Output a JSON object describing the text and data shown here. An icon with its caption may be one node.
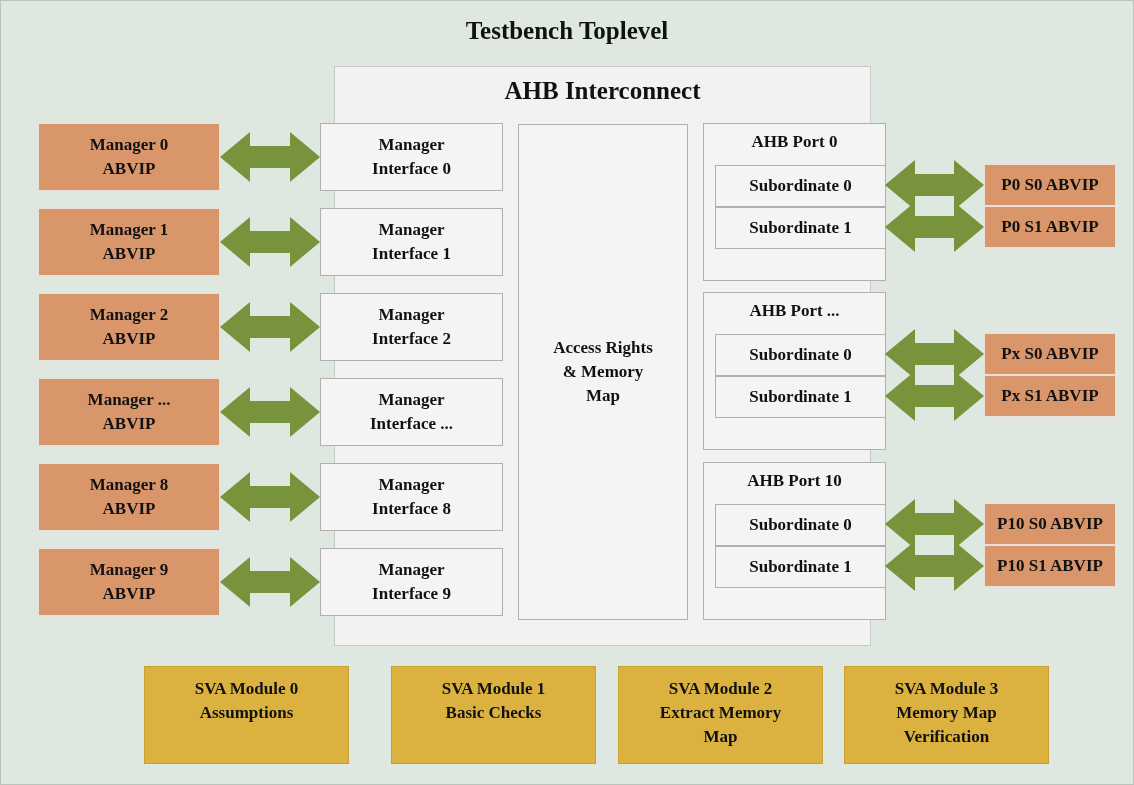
{
  "diagram": {
    "nodes": [
      {
        "text": [
          "Testbench Toplevel"
        ]
      },
      {
        "text": [
          "AHB Interconnect"
        ],
        "in": 0
      },
      {
        "text": [
          "Manager 0 ABVIP"
        ],
        "in": 0
      },
      {
        "text": [
          "Manager 1 ABVIP"
        ],
        "in": 0
      },
      {
        "text": [
          "Manager 2 ABVIP"
        ],
        "in": 0
      },
      {
        "text": [
          "Manager ... ABVIP"
        ],
        "in": 0
      },
      {
        "text": [
          "Manager 8 ABVIP"
        ],
        "in": 0
      },
      {
        "text": [
          "Manager 9 ABVIP"
        ],
        "in": 0
      },
      {
        "text": [
          "Manager Interface 0"
        ],
        "in": 0
      },
      {
        "text": [
          "Manager Interface 1"
        ],
        "in": 0
      },
      {
        "text": [
          "Manager Interface 2"
        ],
        "in": 0
      },
      {
        "text": [
          "Manager Interface ..."
        ],
        "in": 0
      },
      {
        "text": [
          "Manager Interface 8"
        ],
        "in": 0
      },
      {
        "text": [
          "Manager Interface 9"
        ],
        "in": 0
      },
      {
        "text": [
          "Access Rights & Memory Map"
        ],
        "in": 1
      },
      {
        "text": [
          "AHB Port 0"
        ],
        "in": 0
      },
      {
        "text": [
          "Subordinate 0"
        ],
        "in": 15
      },
      {
        "text": [
          "Subordinate 1"
        ],
        "in": 15
      },
      {
        "text": [
          "AHB Port ..."
        ],
        "in": 0
      },
      {
        "text": [
          "Subordinate 0"
        ],
        "in": 18
      },
      {
        "text": [
          "Subordinate 1"
        ],
        "in": 18
      },
      {
        "text": [
          "AHB Port 10"
        ],
        "in": 0
      },
      {
        "text": [
          "Subordinate 0"
        ],
        "in": 21
      },
      {
        "text": [
          "Subordinate 1"
        ],
        "in": 21
      },
      {
        "text": [
          "P0 S0 ABVIP"
        ],
        "in": 0
      },
      {
        "text": [
          "P0 S1 ABVIP"
        ],
        "in": 0
      },
      {
        "text": [
          "Px S0 ABVIP"
        ],
        "in": 0
      },
      {
        "text": [
          "Px S1 ABVIP"
        ],
        "in": 0
      },
      {
        "text": [
          "P10 S0 ABVIP"
        ],
        "in": 0
      },
      {
        "text": [
          "P10 S1 ABVIP"
        ],
        "in": 0
      },
      {
        "text": [
          "SVA Module 0 Assumptions"
        ],
        "in": 0
      },
      {
        "text": [
          "SVA Module 1 Basic Checks"
        ],
        "in": 0
      },
      {
        "text": [
          "SVA Module 2 Extract Memory Map"
        ],
        "in": 0
      },
      {
        "text": [
          "SVA Module 3 Memory Map Verification"
        ],
        "in": 0
      }
    ],
    "edges": [
      {
        "from": 2,
        "to": 8,
        "arrow": "both"
      },
      {
        "from": 3,
        "to": 9,
        "arrow": "both"
      },
      {
        "from": 4,
        "to": 10,
        "arrow": "both"
      },
      {
        "from": 5,
        "to": 11,
        "arrow": "both"
      },
      {
        "from": 6,
        "to": 12,
        "arrow": "both"
      },
      {
        "from": 7,
        "to": 13,
        "arrow": "both"
      },
      {
        "from": 16,
        "to": 24,
        "arrow": "both"
      },
      {
        "from": 17,
        "to": 25,
        "arrow": "both"
      },
      {
        "from": 19,
        "to": 26,
        "arrow": "both"
      },
      {
        "from": 20,
        "to": 27,
        "arrow": "both"
      },
      {
        "from": 22,
        "to": 28,
        "arrow": "both"
      },
      {
        "from": 23,
        "to": 29,
        "arrow": "both"
      }
    ]
  }
}
